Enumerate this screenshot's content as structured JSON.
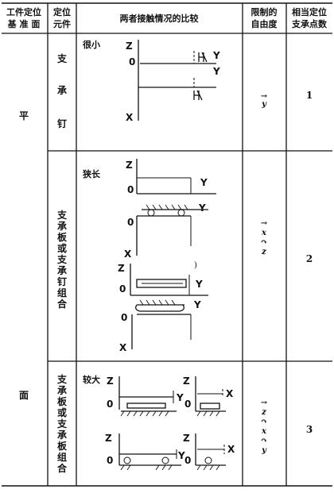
{
  "header": {
    "col1": [
      "工件定位",
      "基 准 面"
    ],
    "col2": [
      "定位",
      "元件"
    ],
    "col3": "两者接触情况的比较",
    "col4": [
      "限制的",
      "自由度"
    ],
    "col5": [
      "相当定位",
      "支承点数"
    ]
  },
  "datum_surface": [
    "平",
    "面"
  ],
  "rows": [
    {
      "element": [
        "支",
        "承",
        "钉"
      ],
      "contact": "很小",
      "dof": [
        "→",
        "y"
      ],
      "points": "1"
    },
    {
      "element": [
        "支",
        "承",
        "板",
        "或",
        "支",
        "承",
        "钉",
        "组",
        "合"
      ],
      "contact": "狭长",
      "dof": [
        "→",
        "x",
        "↷",
        "z"
      ],
      "points": "2"
    },
    {
      "element": [
        "支",
        "承",
        "板",
        "或",
        "支",
        "承",
        "板",
        "组",
        "合"
      ],
      "contact": "较大",
      "dof": [
        "→",
        "z",
        "↷",
        "x",
        "↷",
        "y"
      ],
      "points": "3"
    }
  ],
  "axis_labels": {
    "z": "Z",
    "y": "Y",
    "x": "X",
    "origin": "0"
  }
}
